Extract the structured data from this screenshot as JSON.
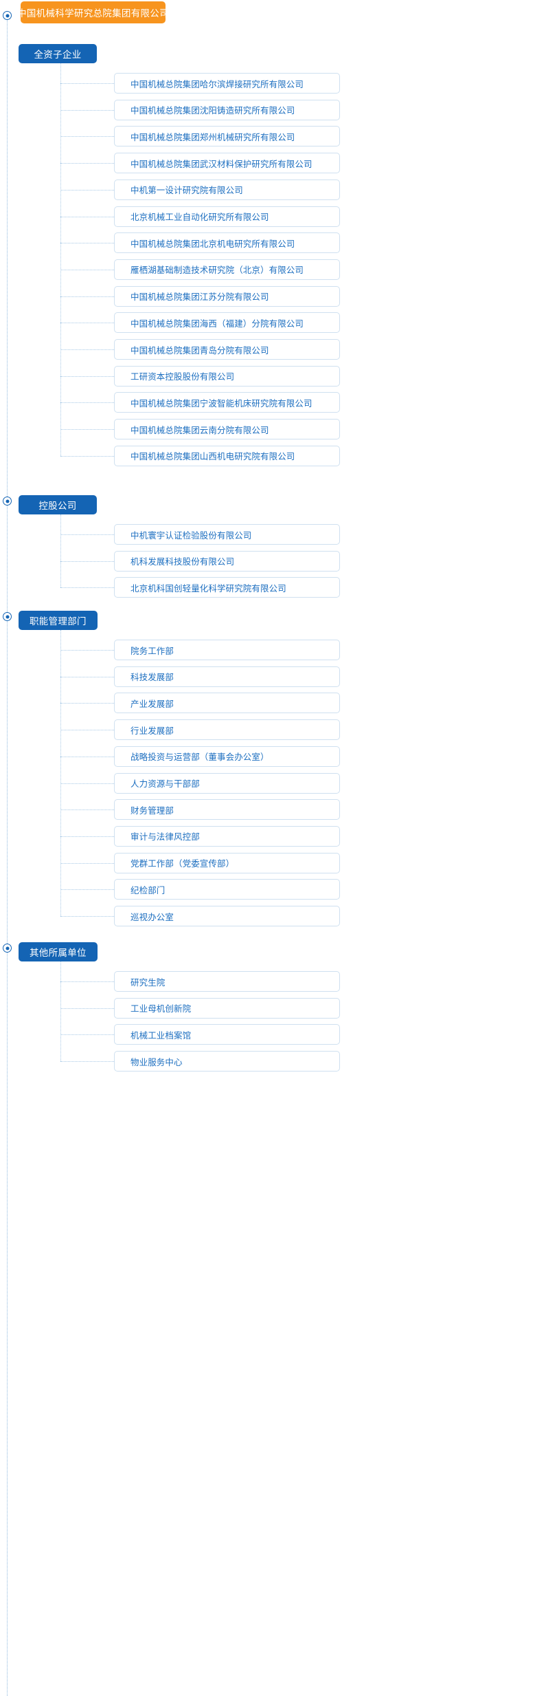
{
  "root": {
    "label": "中国机械科学研究总院集团有限公司",
    "color": "#f7941e"
  },
  "theme": {
    "section_color": "#1464b4",
    "item_text_color": "#1d6fc0",
    "item_border_color": "#cfe0f0",
    "line_color": "#a8c9e6"
  },
  "sections": [
    {
      "label": "全资子企业",
      "items": [
        "中国机械总院集团哈尔滨焊接研究所有限公司",
        "中国机械总院集团沈阳铸造研究所有限公司",
        "中国机械总院集团郑州机械研究所有限公司",
        "中国机械总院集团武汉材料保护研究所有限公司",
        "中机第一设计研究院有限公司",
        "北京机械工业自动化研究所有限公司",
        "中国机械总院集团北京机电研究所有限公司",
        "雁栖湖基础制造技术研究院（北京）有限公司",
        "中国机械总院集团江苏分院有限公司",
        "中国机械总院集团海西（福建）分院有限公司",
        "中国机械总院集团青岛分院有限公司",
        "工研资本控股股份有限公司",
        "中国机械总院集团宁波智能机床研究院有限公司",
        "中国机械总院集团云南分院有限公司",
        "中国机械总院集团山西机电研究院有限公司"
      ]
    },
    {
      "label": "控股公司",
      "items": [
        "中机寰宇认证检验股份有限公司",
        "机科发展科技股份有限公司",
        "北京机科国创轻量化科学研究院有限公司"
      ]
    },
    {
      "label": "职能管理部门",
      "items": [
        "院务工作部",
        "科技发展部",
        "产业发展部",
        "行业发展部",
        "战略投资与运营部（董事会办公室）",
        "人力资源与干部部",
        "财务管理部",
        "审计与法律风控部",
        "党群工作部（党委宣传部）",
        "纪检部门",
        "巡视办公室"
      ]
    },
    {
      "label": "其他所属单位",
      "items": [
        "研究生院",
        "工业母机创新院",
        "机械工业档案馆",
        "物业服务中心"
      ]
    }
  ]
}
